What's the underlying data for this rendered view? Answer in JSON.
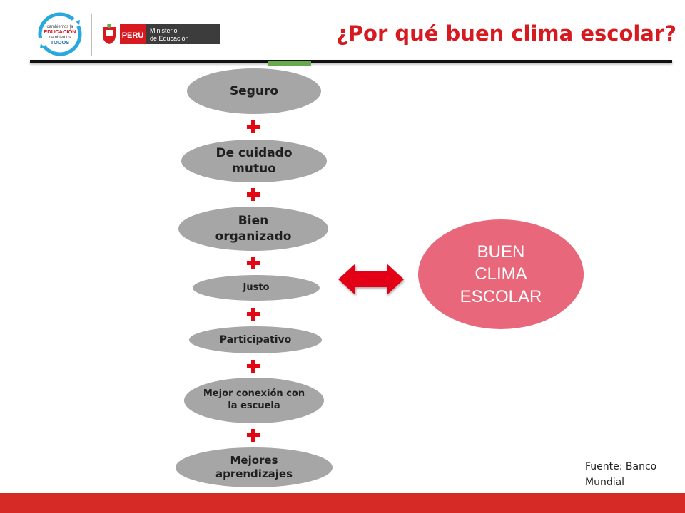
{
  "header": {
    "title": "¿Por qué buen clima escolar?",
    "logo_campaign_text": [
      "cambiemos la",
      "EDUCACIÓN",
      "cambiemos",
      "TODOS"
    ],
    "logo_ministry_country": "PERÚ",
    "logo_ministry_name": [
      "Ministerio",
      "de Educación"
    ]
  },
  "diagram": {
    "factors": [
      {
        "label": "Seguro"
      },
      {
        "label": "De cuidado mutuo"
      },
      {
        "label": "Bien organizado"
      },
      {
        "label": "Justo"
      },
      {
        "label": "Participativo"
      },
      {
        "label": "Mejor conexión con la escuela"
      },
      {
        "label": "Mejores aprendizajes"
      }
    ],
    "result": "BUEN CLIMA ESCOLAR",
    "colors": {
      "factor_fill": "#a6a6a6",
      "plus": "#e30613",
      "arrow": "#e30613",
      "result_fill": "#e8677b",
      "title": "#d71920",
      "footer": "#d62a26"
    }
  },
  "source": "Fuente: Banco Mundial"
}
